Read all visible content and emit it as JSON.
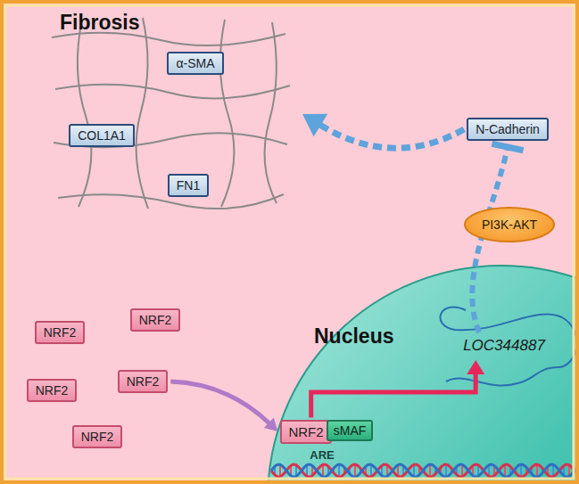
{
  "diagram": {
    "nodes": [
      {
        "text": [
          "Fibrosis"
        ]
      },
      {
        "text": [
          "α-SMA"
        ],
        "in": 0
      },
      {
        "text": [
          "COL1A1"
        ],
        "in": 0
      },
      {
        "text": [
          "FN1"
        ],
        "in": 0
      },
      {
        "text": [
          "N-Cadherin"
        ]
      },
      {
        "text": [
          "PI3K-AKT"
        ]
      },
      {
        "text": [
          "NRF2"
        ]
      },
      {
        "text": [
          "NRF2"
        ]
      },
      {
        "text": [
          "NRF2"
        ]
      },
      {
        "text": [
          "NRF2"
        ]
      },
      {
        "text": [
          "NRF2"
        ]
      },
      {
        "text": [
          "Nucleus"
        ]
      },
      {
        "text": [
          "LOC344887"
        ],
        "in": 11
      },
      {
        "text": [
          "NRF2"
        ],
        "in": 11
      },
      {
        "text": [
          "sMAF"
        ],
        "in": 11
      }
    ],
    "edges": [
      {
        "from": 4,
        "to": 0,
        "arrow": "to"
      },
      {
        "from": 12,
        "to": 4,
        "arrow": "to"
      },
      {
        "from": 9,
        "to": 13,
        "arrow": "to"
      },
      {
        "from": 13,
        "to": 12,
        "arrow": "to"
      }
    ],
    "labels": [
      "ARE"
    ]
  }
}
